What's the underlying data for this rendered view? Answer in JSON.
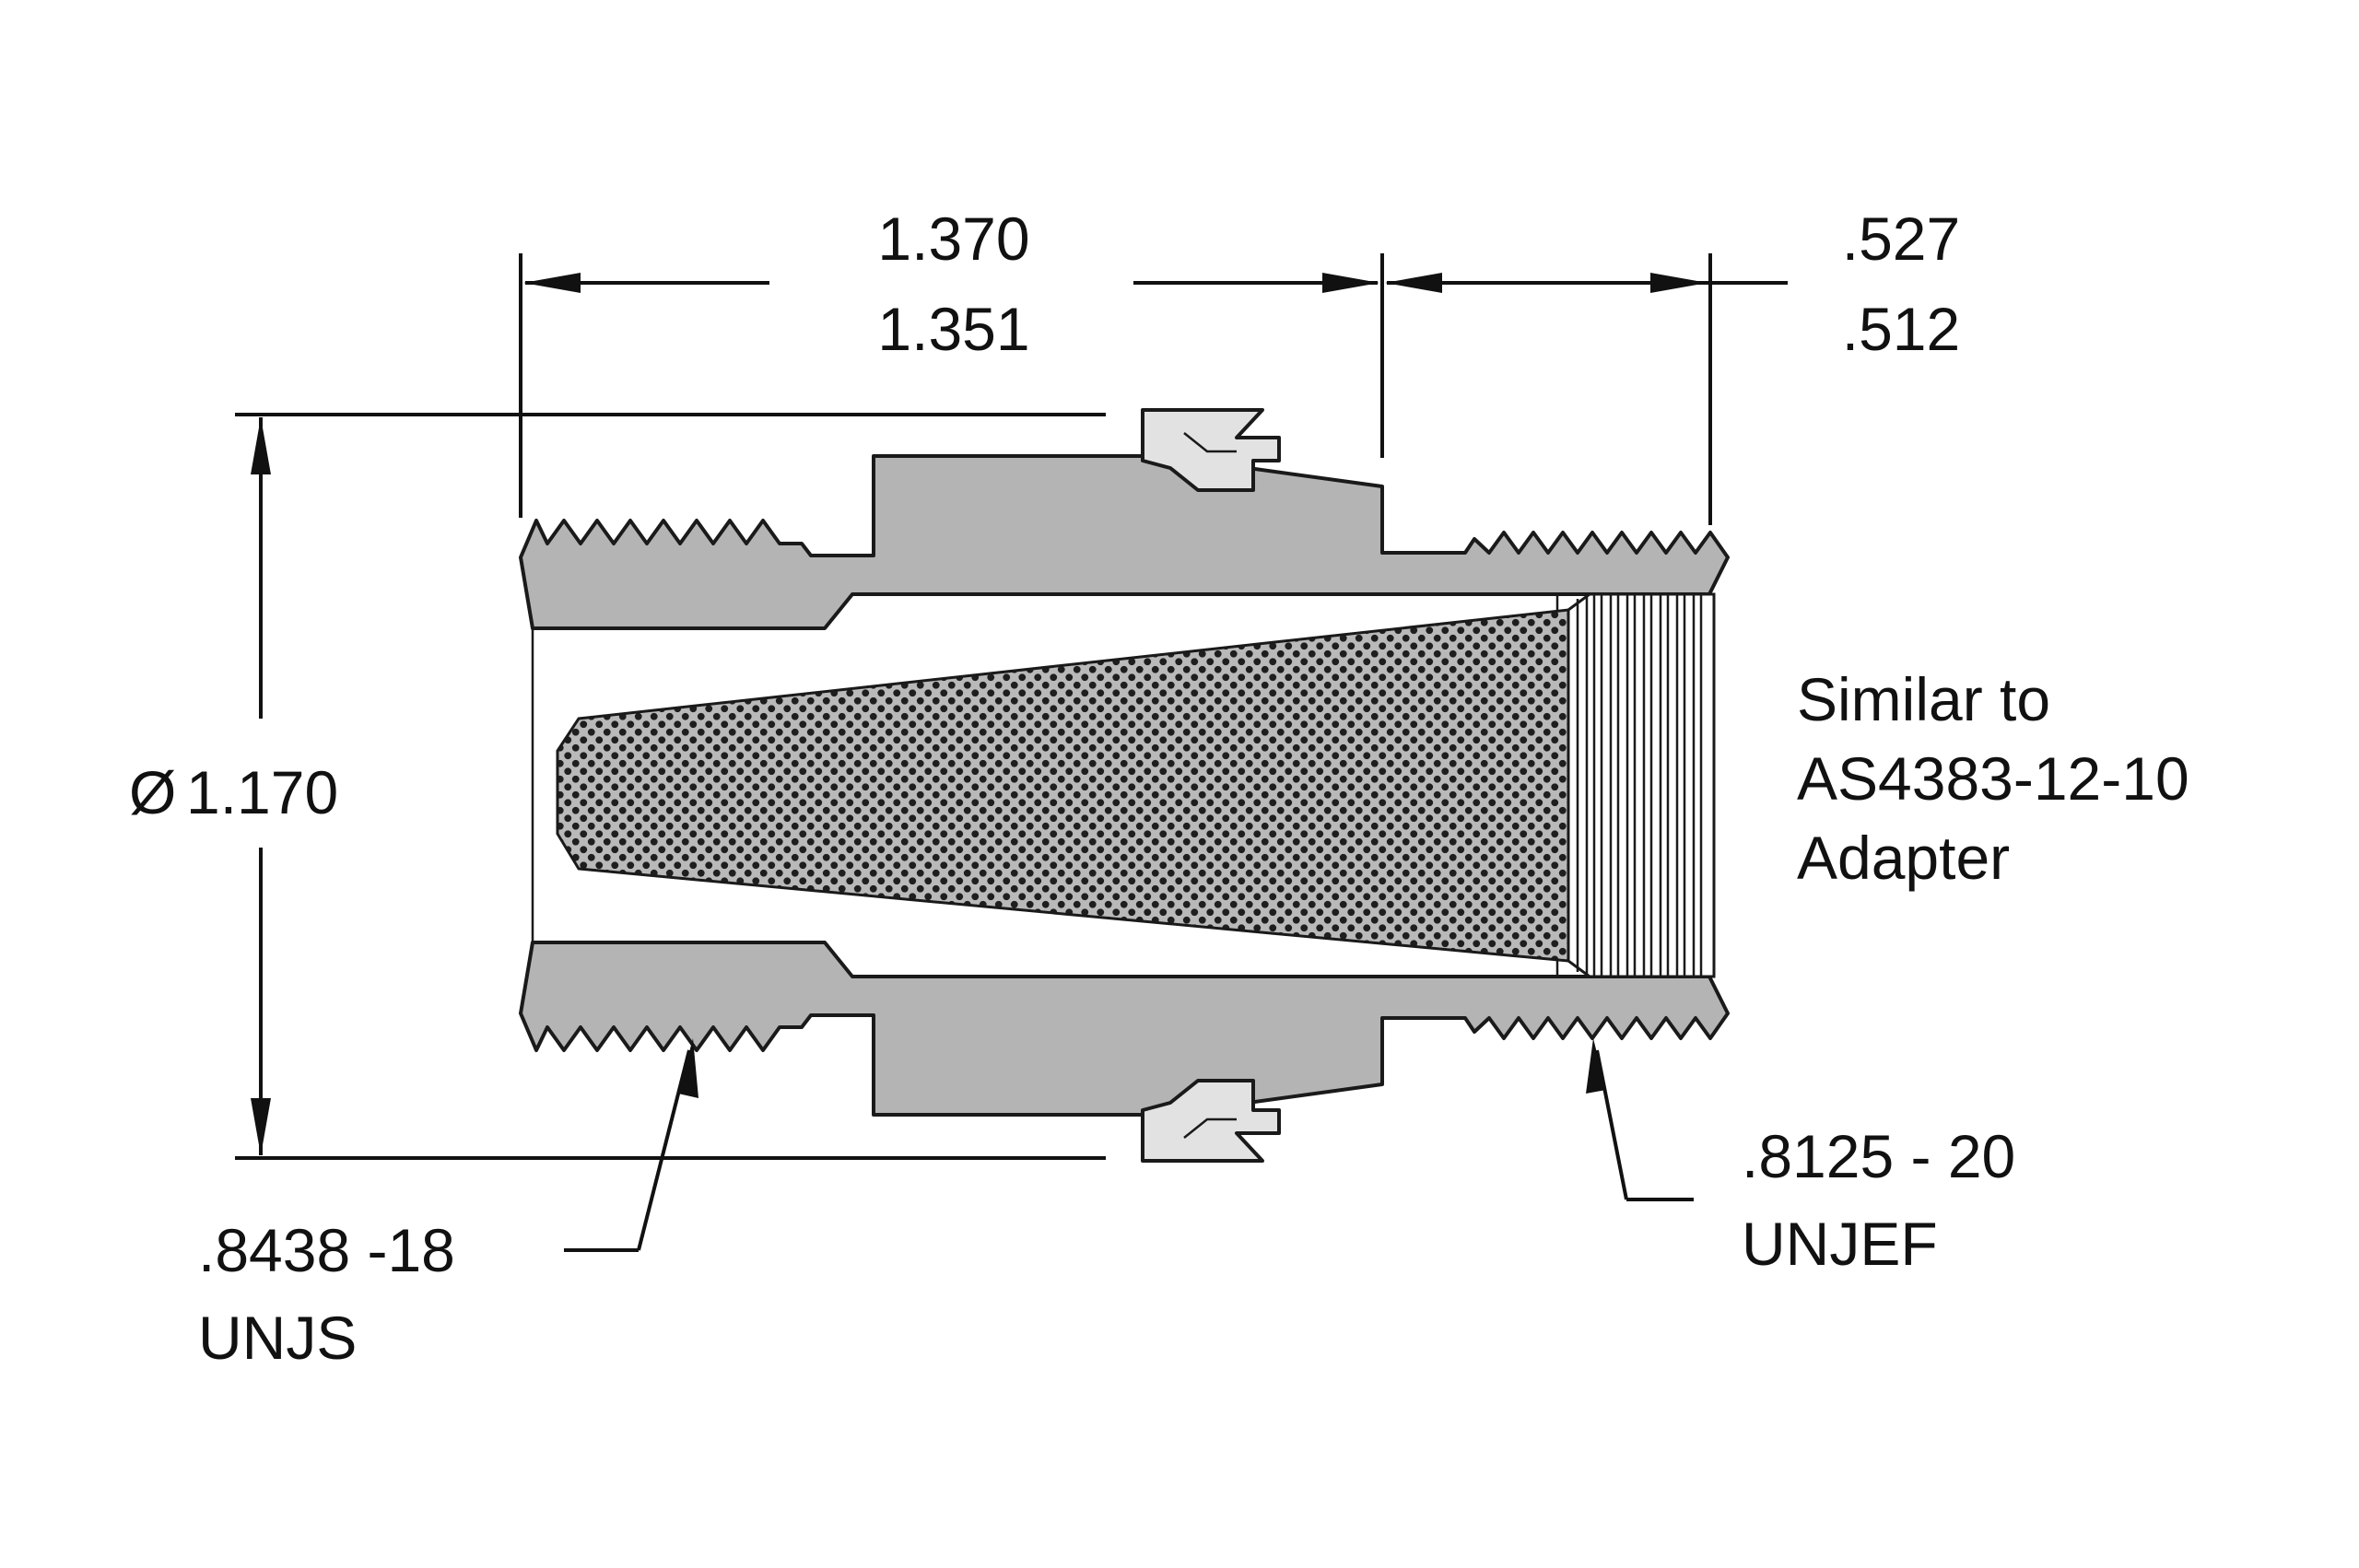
{
  "labels": {
    "length_upper": "1.370",
    "length_lower": "1.351",
    "end_upper": ".527",
    "end_lower": ".512",
    "diameter_symbol": "Ø",
    "diameter_value": "1.170",
    "note_line1": "Similar to",
    "note_line2": "AS4383-12-10",
    "note_line3": "Adapter",
    "left_thread_size": ".8438 -18",
    "left_thread_type": "UNJS",
    "right_thread_size": ".8125 - 20",
    "right_thread_type": "UNJEF"
  },
  "colors": {
    "body_fill": "#b4b4b4",
    "nut_fill": "#e2e2e2",
    "filter_fill": "#b9b9b9",
    "filter_dots": "#1e1e1e",
    "line": "#111111",
    "background": "#ffffff"
  }
}
